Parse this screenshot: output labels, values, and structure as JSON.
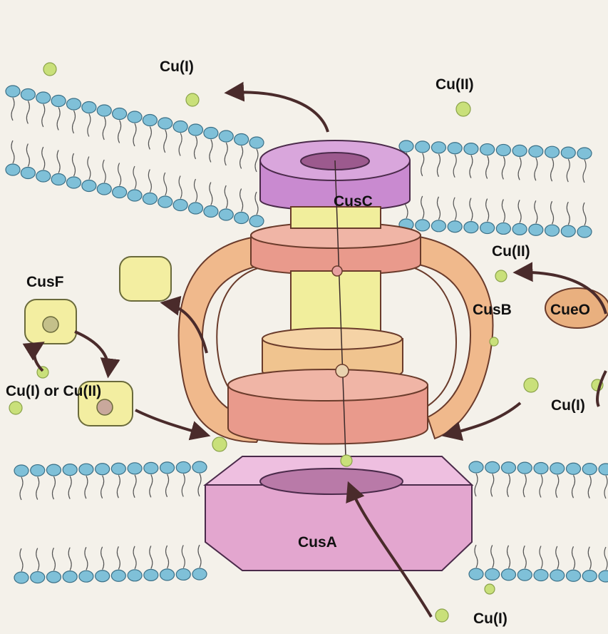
{
  "colors": {
    "paper": "#f4f1ea",
    "lipid_head": "#7fc0d8",
    "lipid_outline": "#3a6f86",
    "copper_ion": "#c9e07a",
    "cusA": "#e3a6cf",
    "cusC": "#c98ad0",
    "cusB_outer": "#f0b98c",
    "cusB_inner": "#e99a8c",
    "cusF": "#f3eea1",
    "cueO": "#e9b07f",
    "arrow": "#4a2b2b"
  },
  "labels": {
    "cu1_top": "Cu(I)",
    "cu2_top": "Cu(II)",
    "cusC": "CusC",
    "cu2_right": "Cu(II)",
    "cusF": "CusF",
    "cusB": "CusB",
    "cueO": "CueO",
    "cu1_or_cu2": "Cu(I) or Cu(II)",
    "cu1_right": "Cu(I)",
    "cusA": "CusA",
    "cu1_bottom": "Cu(I)"
  }
}
